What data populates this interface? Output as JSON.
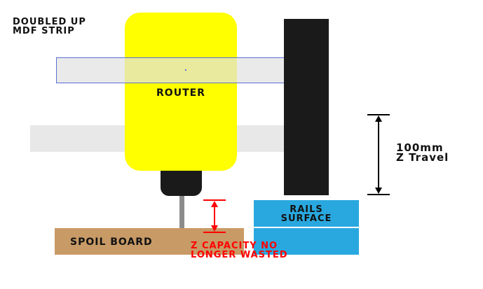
{
  "labels": {
    "strip": "DOUBLED UP\nMDF STRIP",
    "router": "ROUTER",
    "rails_surface": "RAILS\nSURFACE",
    "spoil_board": "SPOIL BOARD",
    "z_capacity": "Z CAPACITY NO\nLONGER WASTED",
    "z_travel": "100mm\nZ Travel"
  },
  "colors": {
    "router": "#ffff00",
    "rails": "#29a8df",
    "spoil_board": "#c89a66",
    "gantry": "#1a1a1a",
    "mdf_strip": "#e8e8e8",
    "capacity_arrow": "#ff0000",
    "travel_arrow": "#000000"
  }
}
